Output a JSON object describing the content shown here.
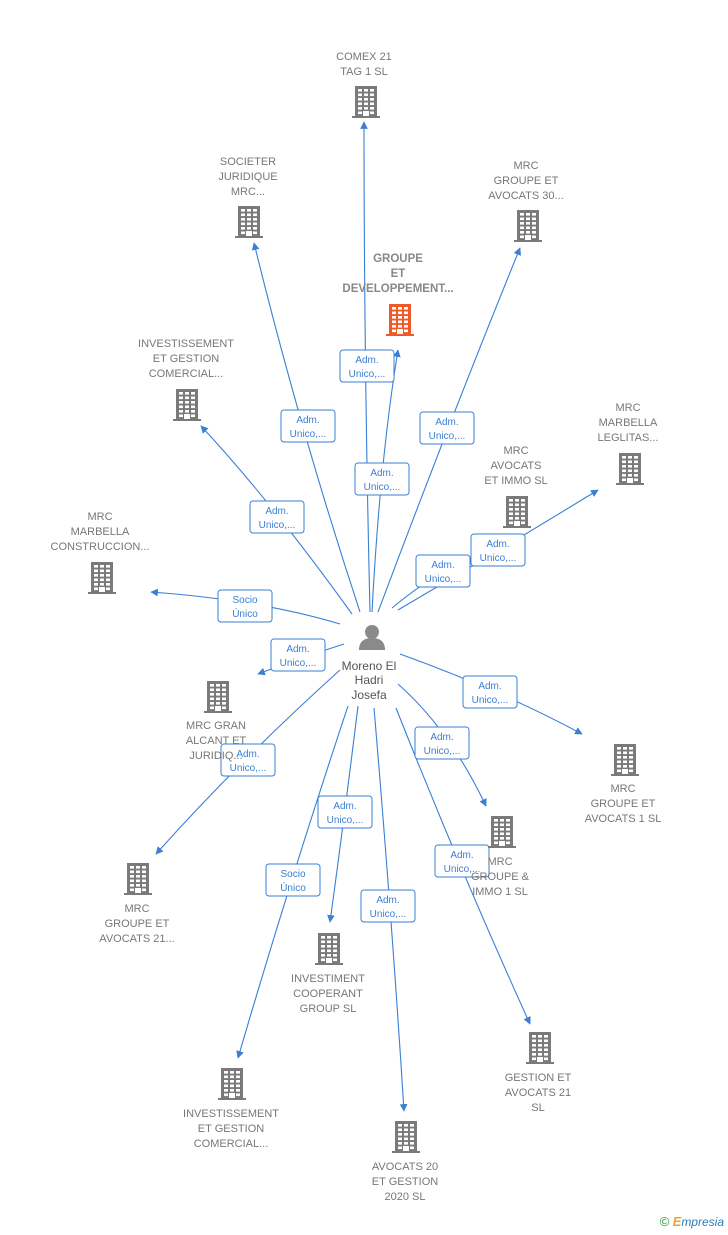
{
  "center": {
    "name_lines": [
      "Moreno El",
      "Hadri",
      "Josefa"
    ]
  },
  "companies": [
    {
      "id": "comex",
      "lines": [
        "COMEX 21",
        "TAG 1  SL"
      ],
      "highlight": false
    },
    {
      "id": "societer",
      "lines": [
        "SOCIETER",
        "JURIDIQUE",
        "MRC..."
      ],
      "highlight": false
    },
    {
      "id": "groupe-dev",
      "lines": [
        "GROUPE",
        "ET",
        "DEVELOPPEMENT..."
      ],
      "highlight": true
    },
    {
      "id": "mrc-groupe-30",
      "lines": [
        "MRC",
        "GROUPE ET",
        "AVOCATS 30..."
      ],
      "highlight": false
    },
    {
      "id": "invest-gest-1",
      "lines": [
        "INVESTISSEMENT",
        "ET GESTION",
        "COMERCIAL..."
      ],
      "highlight": false
    },
    {
      "id": "mrc-marbella-leg",
      "lines": [
        "MRC",
        "MARBELLA",
        "LEGLITAS..."
      ],
      "highlight": false
    },
    {
      "id": "mrc-avocats-immo",
      "lines": [
        "MRC",
        "AVOCATS",
        "ET IMMO  SL"
      ],
      "highlight": false
    },
    {
      "id": "mrc-marbella-cons",
      "lines": [
        "MRC",
        "MARBELLA",
        "CONSTRUCCION..."
      ],
      "highlight": false
    },
    {
      "id": "mrc-gran-alcant",
      "lines": [
        "MRC GRAN",
        "ALCANT ET",
        "JURIDIQ..."
      ],
      "highlight": false
    },
    {
      "id": "mrc-groupe-1",
      "lines": [
        "MRC",
        "GROUPE ET",
        "AVOCATS 1  SL"
      ],
      "highlight": false
    },
    {
      "id": "mrc-groupe-immo",
      "lines": [
        "MRC",
        "GROUPE &",
        "IMMO 1  SL"
      ],
      "highlight": false
    },
    {
      "id": "mrc-groupe-21",
      "lines": [
        "MRC",
        "GROUPE ET",
        "AVOCATS 21..."
      ],
      "highlight": false
    },
    {
      "id": "investiment-coop",
      "lines": [
        "INVESTIMENT",
        "COOPERANT",
        "GROUP  SL"
      ],
      "highlight": false
    },
    {
      "id": "gestion-avocats-21",
      "lines": [
        "GESTION ET",
        "AVOCATS 21",
        "SL"
      ],
      "highlight": false
    },
    {
      "id": "invest-gest-2",
      "lines": [
        "INVESTISSEMENT",
        "ET GESTION",
        "COMERCIAL..."
      ],
      "highlight": false
    },
    {
      "id": "avocats-20",
      "lines": [
        "AVOCATS 20",
        "ET GESTION",
        "2020  SL"
      ],
      "highlight": false
    }
  ],
  "relations": [
    {
      "target": "comex",
      "lines": [
        "Adm.",
        "Unico,..."
      ]
    },
    {
      "target": "societer",
      "lines": [
        "Adm.",
        "Unico,..."
      ]
    },
    {
      "target": "groupe-dev",
      "lines": [
        "Adm.",
        "Unico,..."
      ]
    },
    {
      "target": "mrc-groupe-30",
      "lines": [
        "Adm.",
        "Unico,..."
      ]
    },
    {
      "target": "invest-gest-1",
      "lines": [
        "Adm.",
        "Unico,..."
      ]
    },
    {
      "target": "mrc-marbella-leg",
      "lines": [
        "Adm.",
        "Unico,..."
      ]
    },
    {
      "target": "mrc-avocats-immo",
      "lines": [
        "Adm.",
        "Unico,..."
      ]
    },
    {
      "target": "mrc-marbella-cons",
      "lines": [
        "Socio",
        "Único"
      ]
    },
    {
      "target": "mrc-gran-alcant",
      "lines": [
        "Adm.",
        "Unico,..."
      ]
    },
    {
      "target": "mrc-groupe-1",
      "lines": [
        "Adm.",
        "Unico,..."
      ]
    },
    {
      "target": "mrc-groupe-immo",
      "lines": [
        "Adm.",
        "Unico,..."
      ]
    },
    {
      "target": "mrc-groupe-21",
      "lines": [
        "Adm.",
        "Unico,..."
      ]
    },
    {
      "target": "investiment-coop",
      "lines": [
        "Adm.",
        "Unico,..."
      ]
    },
    {
      "target": "gestion-avocats-21",
      "lines": [
        "Adm.",
        "Unico,..."
      ]
    },
    {
      "target": "invest-gest-2",
      "lines": [
        "Socio",
        "Único"
      ]
    },
    {
      "target": "avocats-20",
      "lines": [
        "Adm.",
        "Unico,..."
      ]
    }
  ],
  "colors": {
    "edge": "#3a7fd5",
    "building": "#7a7a7a",
    "building_highlight": "#f05a28",
    "person": "#8a8a8a"
  },
  "footer": {
    "copyright": "©",
    "brand_initial": "E",
    "brand_rest": "mpresia"
  }
}
